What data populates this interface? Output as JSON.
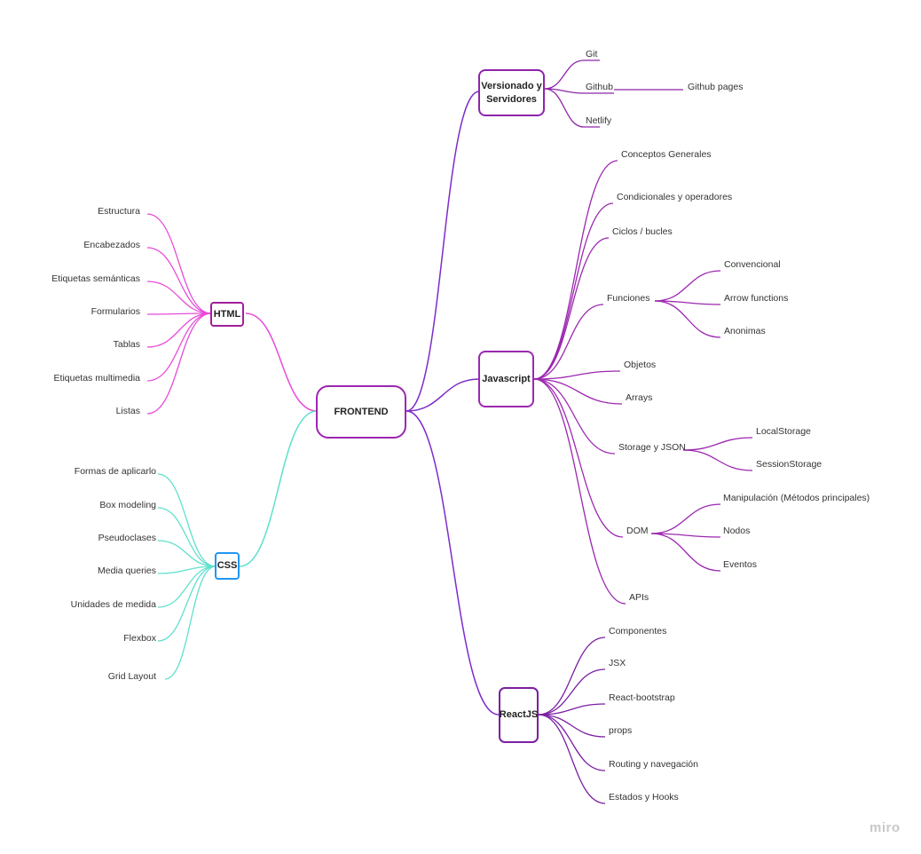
{
  "colors": {
    "versionado": "#8e24aa",
    "javascript": "#9c27b0",
    "react": "#7b1fa2",
    "html": "#e84cd9",
    "html_border": "#a01f99",
    "css": "#5fe0cc",
    "css_border": "#2196f3",
    "central_line": "#7e2cc9"
  },
  "central": {
    "label": "FRONTEND"
  },
  "branches": {
    "versionado": {
      "label": "Versionado y Servidores",
      "items": [
        "Git",
        "Github",
        "Netlify"
      ],
      "sub": {
        "label": "Github pages"
      }
    },
    "javascript": {
      "label": "Javascript",
      "items": [
        "Conceptos Generales",
        "Condicionales y operadores",
        "Ciclos / bucles",
        "Funciones",
        "Objetos",
        "Arrays",
        "Storage y JSON",
        "DOM",
        "APIs"
      ],
      "funciones_sub": [
        "Convencional",
        "Arrow functions",
        "Anonimas"
      ],
      "storage_sub": [
        "LocalStorage",
        "SessionStorage"
      ],
      "dom_sub": [
        "Manipulación (Métodos principales)",
        "Nodos",
        "Eventos"
      ]
    },
    "react": {
      "label": "ReactJS",
      "items": [
        "Componentes",
        "JSX",
        "React-bootstrap",
        "props",
        "Routing y navegación",
        "Estados y Hooks"
      ]
    },
    "html": {
      "label": "HTML",
      "items": [
        "Estructura",
        "Encabezados",
        "Etiquetas semánticas",
        "Formularios",
        "Tablas",
        "Etiquetas multimedia",
        "Listas"
      ]
    },
    "css": {
      "label": "CSS",
      "items": [
        "Formas de aplicarlo",
        "Box modeling",
        "Pseudoclases",
        "Media queries",
        "Unidades de medida",
        "Flexbox",
        "Grid Layout"
      ]
    }
  },
  "watermark": "miro"
}
